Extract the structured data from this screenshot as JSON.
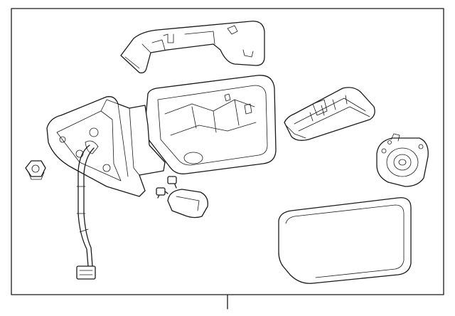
{
  "diagram": {
    "frame_stroke": "#1a1a1a",
    "background": "#ffffff",
    "parts": [
      {
        "name": "mirror-cover-cap"
      },
      {
        "name": "mirror-housing"
      },
      {
        "name": "mirror-base-bracket"
      },
      {
        "name": "wiring-harness"
      },
      {
        "name": "mounting-nut"
      },
      {
        "name": "puddle-lamp-socket"
      },
      {
        "name": "turn-signal-lamp"
      },
      {
        "name": "mirror-motor-actuator"
      },
      {
        "name": "mirror-glass"
      }
    ],
    "callout": {
      "label": ""
    }
  }
}
